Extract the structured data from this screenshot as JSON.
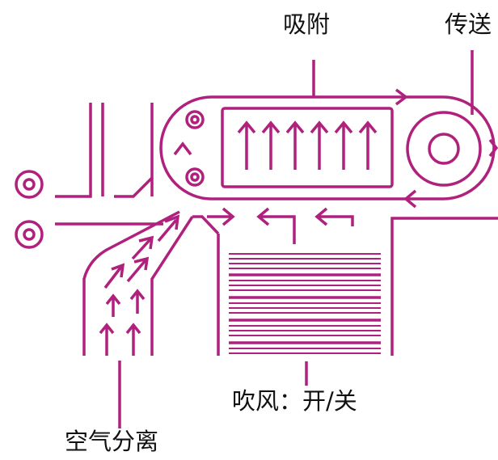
{
  "labels": {
    "adsorption": "吸附",
    "conveyor": "传送",
    "air_blow": "吹风：开/关",
    "air_separation": "空气分离"
  },
  "colors": {
    "stroke": "#b0217e",
    "text": "#111111",
    "background": "#ffffff"
  }
}
